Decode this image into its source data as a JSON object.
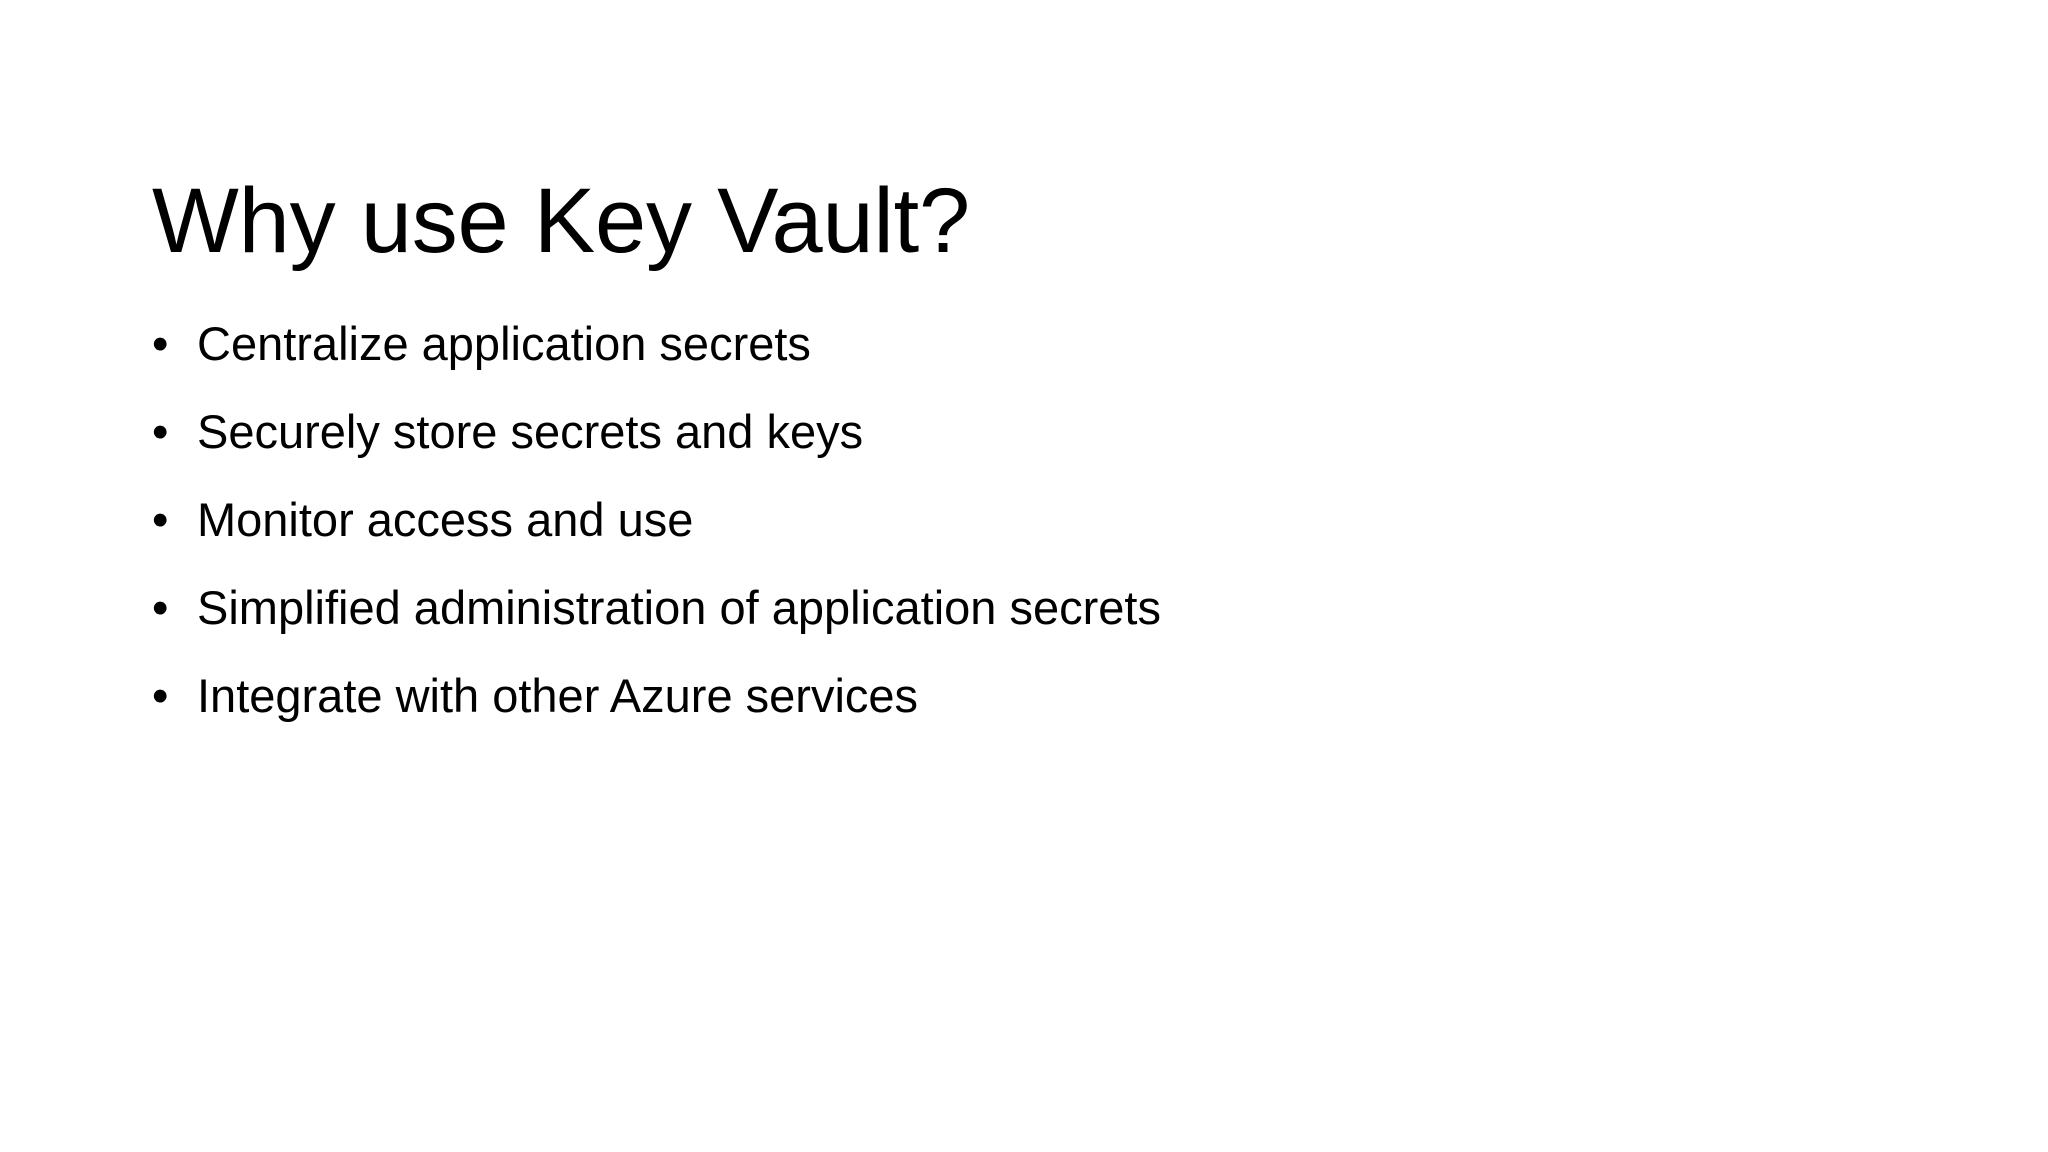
{
  "slide": {
    "background_color": "#ffffff",
    "text_color": "#000000",
    "title": "Why use Key Vault?",
    "bullet_marker": "•",
    "bullets": [
      {
        "text": "Centralize application secrets"
      },
      {
        "text": "Securely store secrets and keys"
      },
      {
        "text": "Monitor access and use"
      },
      {
        "text": "Simplified administration of application secrets"
      },
      {
        "text": "Integrate with other Azure services"
      }
    ]
  }
}
